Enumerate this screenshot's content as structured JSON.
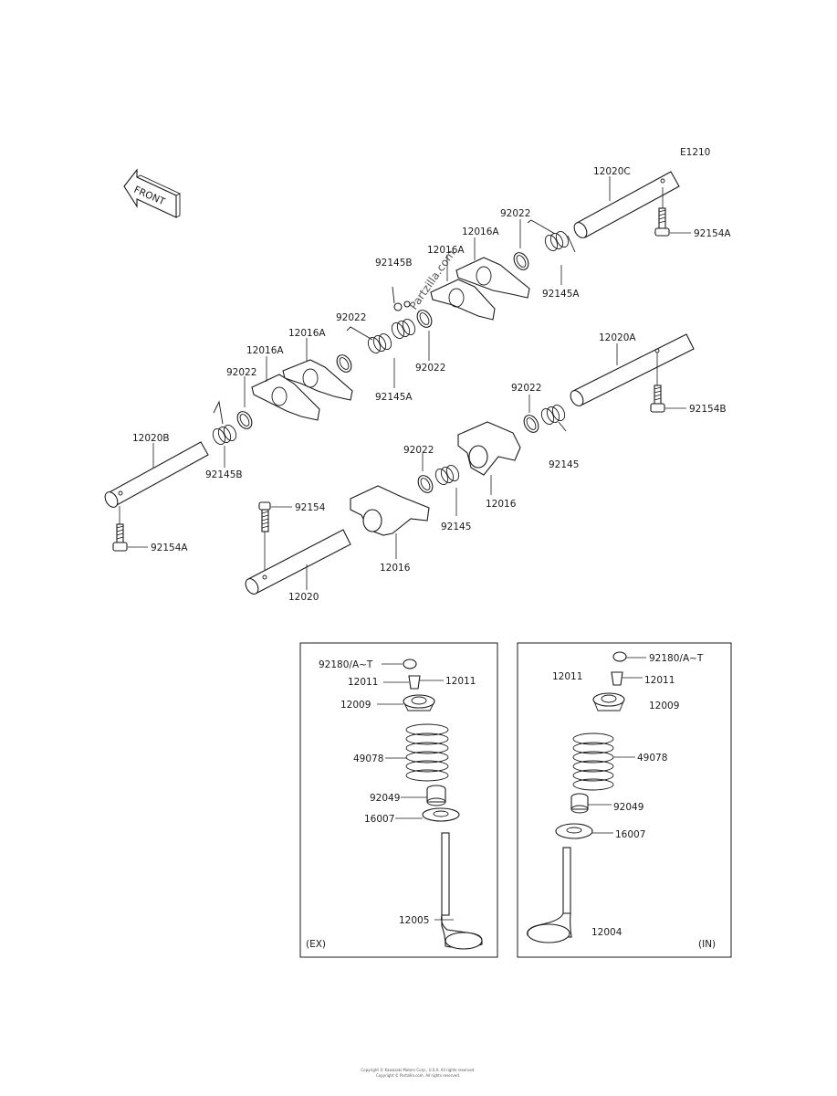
{
  "diagram_code": "E1210",
  "front_label": "FRONT",
  "watermark": "Partzilla.com",
  "parts": {
    "shaft_12020C": "12020C",
    "bolt_92154A_top": "92154A",
    "spring_92145A_top": "92145A",
    "washer_92022_top": "92022",
    "arm_12016A_top1": "12016A",
    "arm_12016A_top2": "12016A",
    "pin_92145B_mid": "92145B",
    "washer_92022_mid": "92022",
    "spring_92145A_mid": "92145A",
    "washer_92022_left": "92022",
    "arm_12016A_left1": "12016A",
    "arm_12016A_left2": "12016A",
    "washer_92022_far": "92022",
    "spring_92145B": "92145B",
    "shaft_12020B": "12020B",
    "bolt_92154A_left": "92154A",
    "shaft_12020A": "12020A",
    "bolt_92154B": "92154B",
    "washer_92022_r1": "92022",
    "spring_92145_r1": "92145",
    "washer_92022_r2": "92022",
    "spring_92145_r2": "92145",
    "arm_12016_r": "12016",
    "arm_12016_l": "12016",
    "bolt_92154": "92154",
    "shaft_12020": "12020"
  },
  "ex_box": {
    "shim": "92180/A~T",
    "keeper_left": "12011",
    "keeper_right": "12011",
    "retainer": "12009",
    "spring": "49078",
    "seal": "92049",
    "seat": "16007",
    "valve": "12005",
    "tag": "(EX)"
  },
  "in_box": {
    "shim": "92180/A~T",
    "keeper_left": "12011",
    "keeper_right": "12011",
    "retainer": "12009",
    "spring": "49078",
    "seal": "92049",
    "seat": "16007",
    "valve": "12004",
    "tag": "(IN)"
  },
  "footer": {
    "line1": "Copyright © Kawasaki Motors Corp., U.S.A. All rights reserved.",
    "line2": "Copyright © Partzilla.com. All rights reserved."
  }
}
